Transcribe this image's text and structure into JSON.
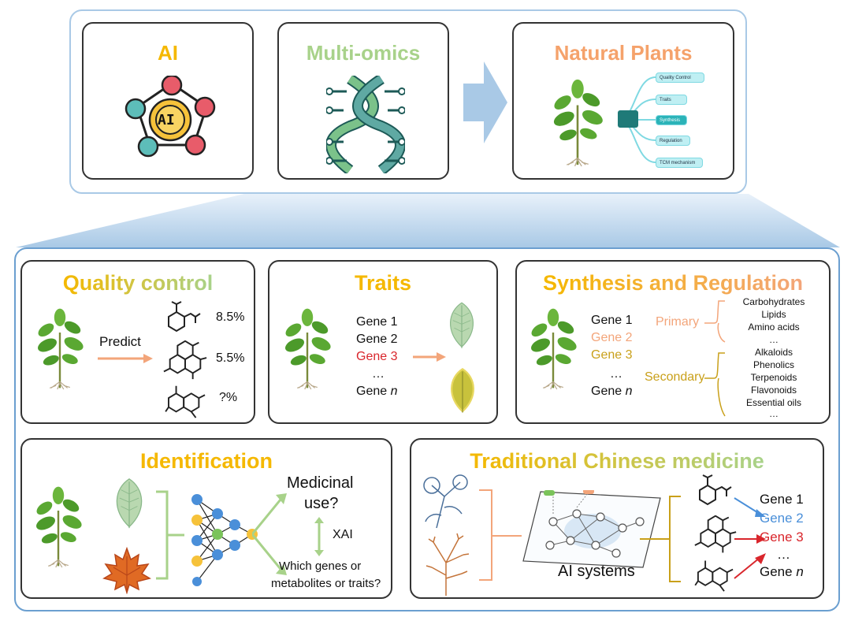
{
  "top": {
    "ai_title": "AI",
    "ai_icon_text": "AI",
    "omics_title": "Multi-omics",
    "plants_title": "Natural Plants",
    "plant_branches": [
      "Quality Control",
      "Traits",
      "Synthesis",
      "Regulation",
      "TCM mechanism"
    ]
  },
  "quality": {
    "title": "Quality control",
    "predict": "Predict",
    "values": [
      "8.5%",
      "5.5%",
      "?%"
    ]
  },
  "traits": {
    "title": "Traits",
    "genes": [
      "Gene 1",
      "Gene 2",
      "Gene 3",
      "…",
      "Gene "
    ],
    "n": "n"
  },
  "synthesis": {
    "title": "Synthesis and Regulation",
    "genes": [
      "Gene 1",
      "Gene 2",
      "Gene 3",
      "…",
      "Gene "
    ],
    "n": "n",
    "primary": "Primary",
    "secondary": "Secondary",
    "primary_items": [
      "Carbohydrates",
      "Lipids",
      "Amino acids",
      "…"
    ],
    "secondary_items": [
      "Alkaloids",
      "Phenolics",
      "Terpenoids",
      "Flavonoids",
      "Essential oils",
      "…"
    ]
  },
  "identification": {
    "title": "Identification",
    "medicinal": "Medicinal",
    "use": "use?",
    "xai": "XAI",
    "which1": "Which genes or",
    "which2": "metabolites or traits?"
  },
  "tcm": {
    "title": "Traditional Chinese medicine",
    "ai_systems": "AI systems",
    "genes": [
      "Gene 1",
      "Gene 2",
      "Gene 3",
      "…",
      "Gene "
    ],
    "n": "n"
  },
  "colors": {
    "orange_title": "#f5a26b",
    "green_title": "#a8d28a",
    "yellow_title": "#f5b800",
    "gene_red": "#d9262c",
    "gene_peach": "#f3a57a",
    "gene_gold": "#c9a01a",
    "gene_blue": "#4a8fd9"
  }
}
